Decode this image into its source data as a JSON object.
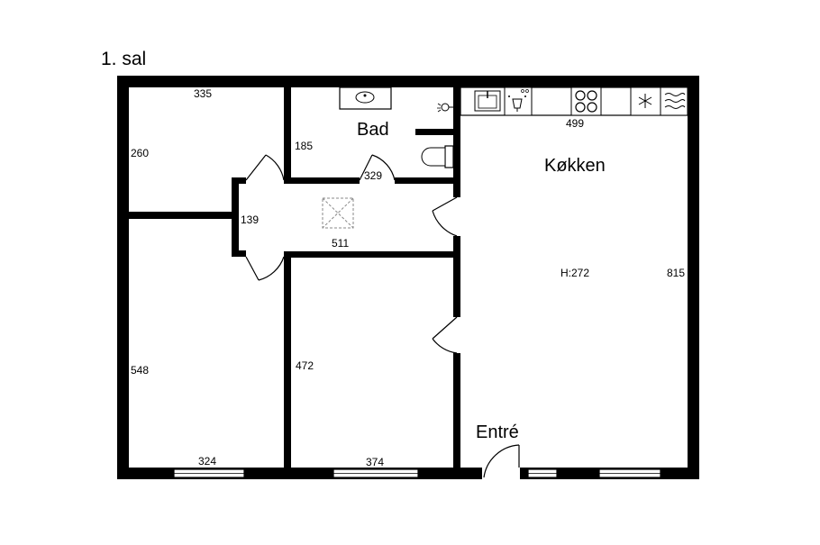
{
  "floor": {
    "title": "1. sal"
  },
  "rooms": {
    "bad": "Bad",
    "kokken": "Køkken",
    "entre": "Entré",
    "ceiling_height": "H:272"
  },
  "dimensions": {
    "top_left_room_width": "335",
    "top_left_room_depth": "260",
    "bad_depth": "185",
    "bad_width": "329",
    "kitchen_counter": "499",
    "hall_depth": "139",
    "hall_width": "511",
    "kitchen_depth": "815",
    "bottom_left_room_depth": "548",
    "bottom_left_room_width": "324",
    "bottom_mid_room_depth": "472",
    "bottom_mid_room_width": "374"
  },
  "icons": [
    "sink-icon",
    "dishwasher-icon",
    "stove-icon",
    "freezer-icon",
    "heater-icon",
    "toilet-icon",
    "lamp-icon",
    "hatch-icon"
  ]
}
